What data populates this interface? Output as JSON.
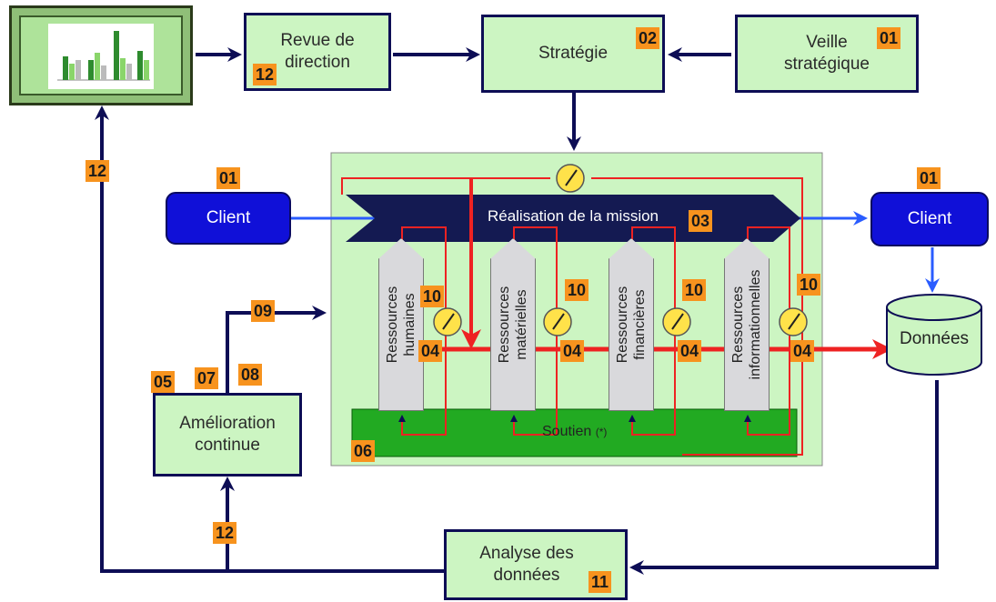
{
  "boxes": {
    "revue": "Revue de\ndirection",
    "strategie": "Stratégie",
    "veille": "Veille\nstratégique",
    "amelioration": "Amélioration\ncontinue",
    "analyse": "Analyse des\ndonnées"
  },
  "client_left": "Client",
  "client_right": "Client",
  "donnees": "Données",
  "mission": "Réalisation de la mission",
  "soutien": "Soutien",
  "soutien_note": "(*)",
  "pillars": [
    "Ressources\nhumaines",
    "Ressources\nmatérielles",
    "Ressources\nfinancières",
    "Ressources\ninformationnelles"
  ],
  "badges": {
    "revue": "12",
    "strategie": "02",
    "veille": "01",
    "left_vertical": "12",
    "client_left": "01",
    "client_right": "01",
    "mission": "03",
    "improve_arrow": "09",
    "amelioration_a": "05",
    "amelioration_b": "07",
    "amelioration_c": "08",
    "soutien": "06",
    "bottom_up": "12",
    "analyse": "11",
    "gauge_1": "10",
    "gauge_2": "10",
    "gauge_3": "10",
    "gauge_4": "10",
    "flow_1": "04",
    "flow_2": "04",
    "flow_3": "04",
    "flow_4": "04"
  },
  "colors": {
    "box_fill": "#ccf5c2",
    "navy": "#0d0d55",
    "badge": "#f7931e",
    "client_blue": "#1010d8",
    "measure_red": "#ee2222",
    "soutien_green": "#22aa22"
  }
}
